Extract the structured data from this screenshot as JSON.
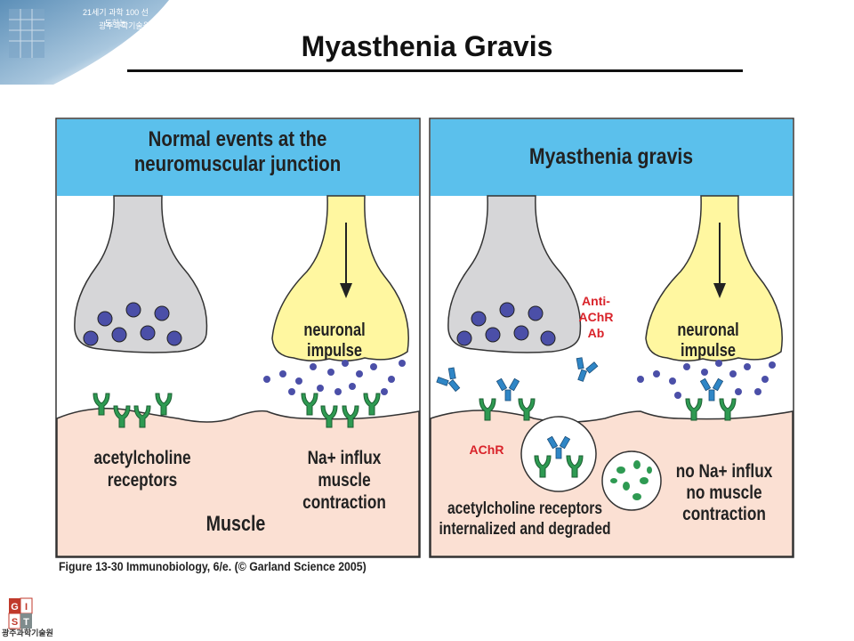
{
  "slide": {
    "title": "Myasthenia Gravis"
  },
  "header_logo": {
    "line1": "21세기 과학 100 선도하는",
    "line2": "광주과학기술원"
  },
  "footer_logo": {
    "letters": [
      "G",
      "I",
      "S",
      "T"
    ],
    "name": "광주과학기술원"
  },
  "figure": {
    "left_panel": {
      "title_line1": "Normal events at the",
      "title_line2": "neuromuscular junction",
      "impulse": "neuronal impulse",
      "receptors_line1": "acetylcholine",
      "receptors_line2": "receptors",
      "influx_line1": "Na+ influx",
      "influx_line2": "muscle contraction",
      "muscle": "Muscle"
    },
    "right_panel": {
      "title": "Myasthenia gravis",
      "impulse": "neuronal impulse",
      "internalized_line1": "acetylcholine receptors",
      "internalized_line2": "internalized and degraded",
      "no_influx_line1": "no Na+ influx",
      "no_influx_line2": "no muscle",
      "no_influx_line3": "contraction"
    },
    "annotations": {
      "anti_line1": "Anti-",
      "anti_line2": "AChR",
      "anti_line3": "Ab",
      "achr": "AChR"
    },
    "caption": "Figure 13-30 Immunobiology, 6/e. (© Garland Science 2005)"
  },
  "colors": {
    "header_blue": "#5bc0ec",
    "muscle": "#fbe0d3",
    "terminal_gray": "#d6d6d8",
    "terminal_yellow": "#fff7a0",
    "vesicle": "#4b4fa8",
    "receptor_green": "#2e9a52",
    "antibody_blue": "#2f86c6",
    "accent_red": "#d9232a"
  }
}
